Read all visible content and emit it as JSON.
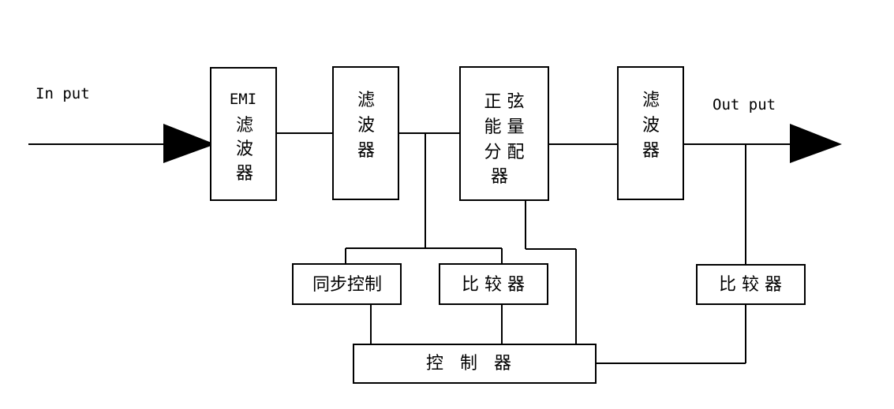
{
  "labels": {
    "input": "In put",
    "output": "Out put"
  },
  "blocks": {
    "emi_filter": [
      "EMI",
      "滤",
      "波",
      "器"
    ],
    "filter_1": [
      "滤",
      "波",
      "器"
    ],
    "sine_distributor": [
      "正 弦",
      "能 量",
      "分 配",
      "器"
    ],
    "filter_2": [
      "滤",
      "波",
      "器"
    ],
    "sync_control": "同步控制",
    "comparator_1": "比 较 器",
    "comparator_2": "比 较 器",
    "controller": "控   制   器"
  },
  "colors": {
    "line": "#000000",
    "background": "#ffffff"
  }
}
